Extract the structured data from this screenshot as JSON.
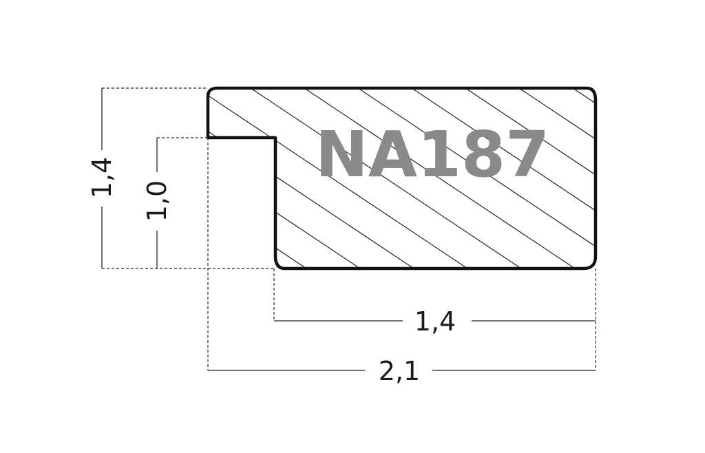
{
  "profile": {
    "code": "NA187",
    "code_color": "#8a8a8a"
  },
  "dimensions": {
    "total_height": "1,4",
    "rebate_height": "1,0",
    "face_width": "1,4",
    "total_width": "2,1"
  }
}
